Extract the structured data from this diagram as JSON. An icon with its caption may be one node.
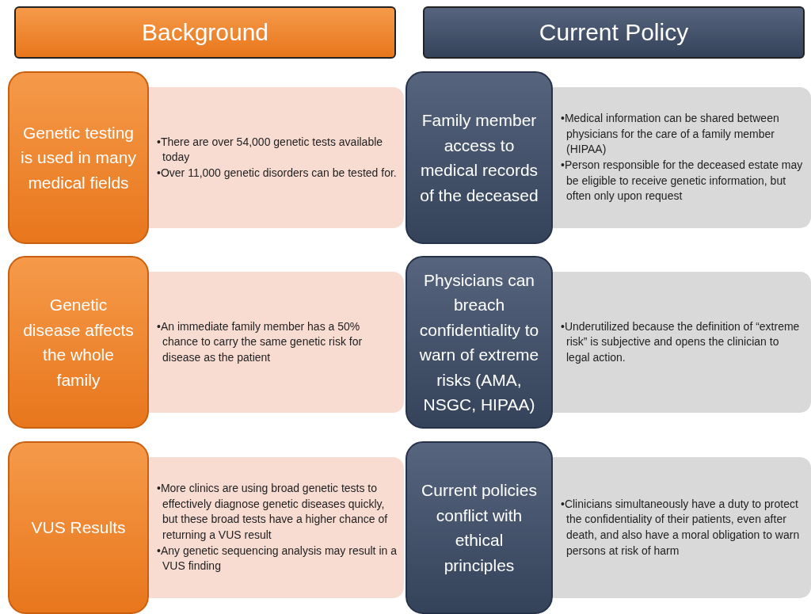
{
  "diagram": {
    "nodes": [
      {
        "text": [
          "Background"
        ]
      },
      {
        "text": [
          "Current Policy"
        ]
      },
      {
        "text": [
          "Genetic testing is used in many medical fields"
        ]
      },
      {
        "text": [
          "•There are over 54,000 genetic tests available today",
          "•Over 11,000 genetic disorders can be tested for."
        ]
      },
      {
        "text": [
          "Family member access to medical records of the deceased"
        ]
      },
      {
        "text": [
          "•Medical information can be shared between physicians for the care of a family member (HIPAA)",
          "•Person responsible for the deceased estate may be eligible to receive genetic information, but often only upon request"
        ]
      },
      {
        "text": [
          "Genetic disease affects the whole family"
        ]
      },
      {
        "text": [
          "•An immediate family member has a 50% chance to carry the same genetic risk for disease as the patient"
        ]
      },
      {
        "text": [
          "Physicians can breach confidentiality to warn of extreme risks (AMA, NSGC, HIPAA)"
        ]
      },
      {
        "text": [
          "•Underutilized because the definition of “extreme risk” is subjective and opens the clinician to legal action."
        ]
      },
      {
        "text": [
          "VUS Results"
        ]
      },
      {
        "text": [
          "•More clinics are using broad genetic tests to effectively diagnose genetic diseases quickly, but these broad tests have a higher chance of returning a VUS result",
          "•Any genetic sequencing analysis may result in a VUS finding"
        ]
      },
      {
        "text": [
          "Current policies conflict with ethical principles"
        ]
      },
      {
        "text": [
          "•Clinicians simultaneously have a duty to protect the confidentiality of their patients, even after death, and also have a moral obligation to warn persons at risk of harm"
        ]
      }
    ],
    "edges": []
  }
}
